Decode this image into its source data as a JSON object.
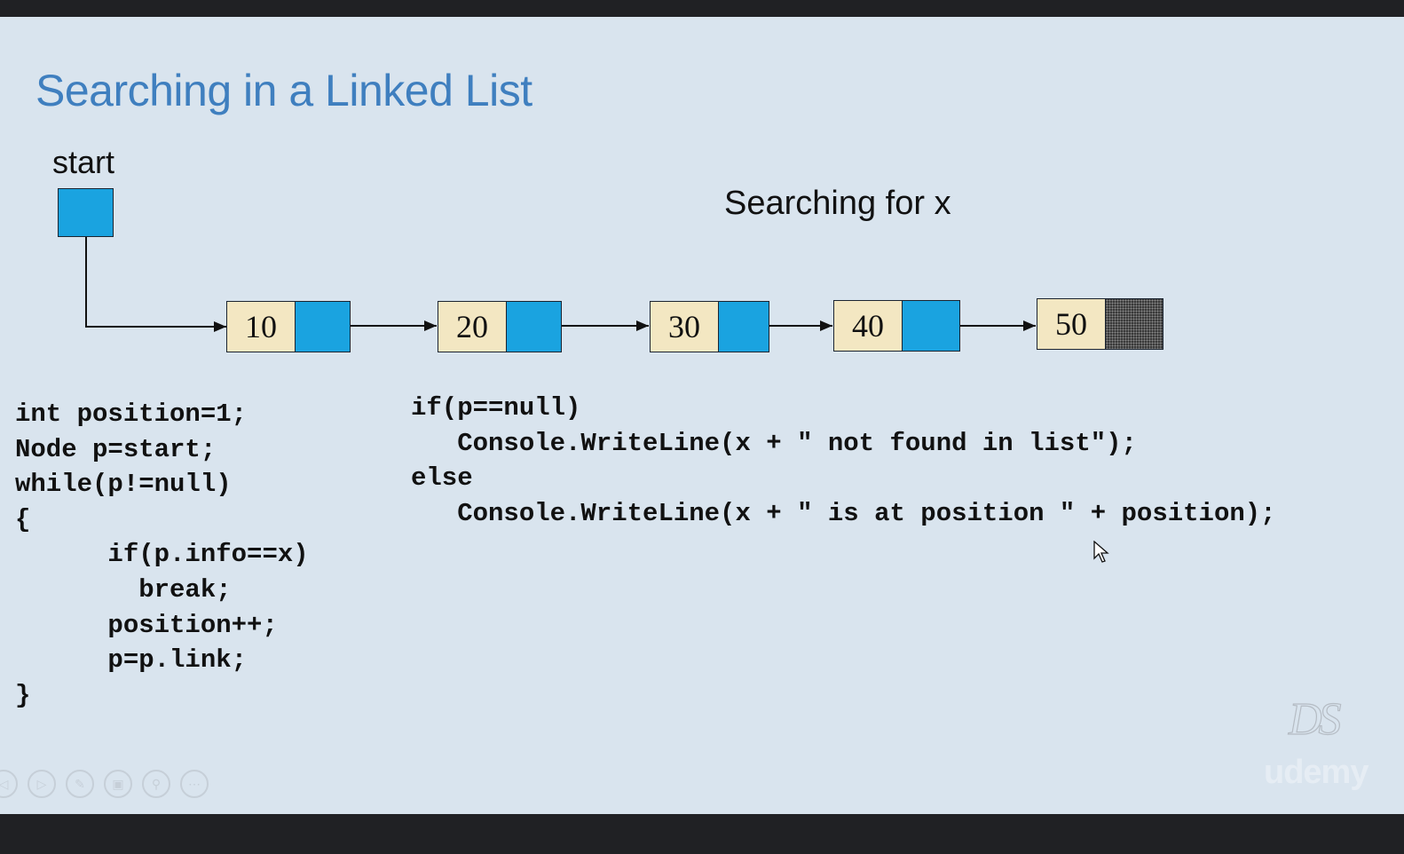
{
  "slide": {
    "title": "Searching in a Linked List",
    "start_label": "start",
    "search_label": "Searching for x"
  },
  "list": {
    "nodes": [
      {
        "info": "10",
        "link": "pointer"
      },
      {
        "info": "20",
        "link": "pointer"
      },
      {
        "info": "30",
        "link": "pointer"
      },
      {
        "info": "40",
        "link": "pointer"
      },
      {
        "info": "50",
        "link": "null"
      }
    ],
    "colors": {
      "info_fill": "#f3e7c2",
      "link_fill": "#1aa3e0",
      "border": "#1b2430",
      "title": "#3f7fbf"
    }
  },
  "code": {
    "left": "int position=1;\nNode p=start;\nwhile(p!=null)\n{\n      if(p.info==x)\n        break;\n      position++;\n      p=p.link;\n}",
    "right": "if(p==null)\n   Console.WriteLine(x + \" not found in list\");\nelse\n   Console.WriteLine(x + \" is at position \" + position);"
  },
  "watermark": {
    "logo": "DS",
    "brand": "udemy"
  },
  "controls": [
    {
      "icon": "previous-icon",
      "glyph": "◁"
    },
    {
      "icon": "play-icon",
      "glyph": "▷"
    },
    {
      "icon": "pen-icon",
      "glyph": "✎"
    },
    {
      "icon": "slides-icon",
      "glyph": "▣"
    },
    {
      "icon": "zoom-icon",
      "glyph": "⚲"
    },
    {
      "icon": "more-icon",
      "glyph": "⋯"
    }
  ]
}
